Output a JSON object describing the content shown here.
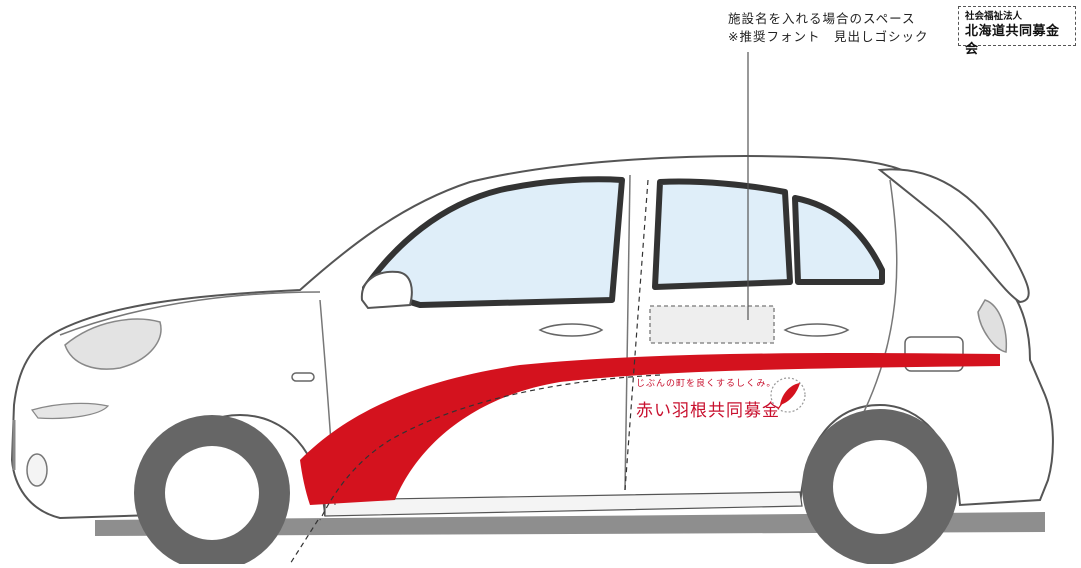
{
  "callout": {
    "line1": "施設名を入れる場合のスペース",
    "line2": "※推奨フォント　見出しゴシック"
  },
  "org_box": {
    "line1": "社会福祉法人",
    "line2": "北海道共同募金会"
  },
  "door_logo": {
    "tagline": "じぶんの町を良くするしくみ。",
    "brand": "赤い羽根共同募金",
    "icon": "red-feather-icon"
  },
  "colors": {
    "accent_red": "#d4121e",
    "glass": "#dfeef9",
    "outline": "#555555",
    "tire": "#666666"
  }
}
